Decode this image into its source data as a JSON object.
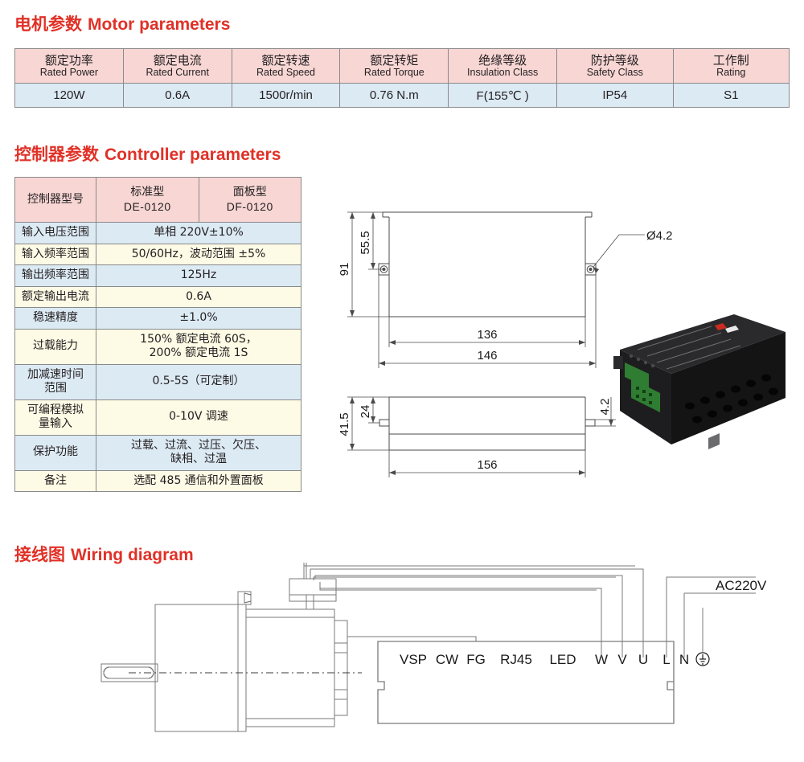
{
  "sections": {
    "motor": {
      "cn": "电机参数",
      "en": "Motor parameters"
    },
    "controller": {
      "cn": "控制器参数",
      "en": "Controller parameters"
    },
    "wiring": {
      "cn": "接线图",
      "en": "Wiring diagram"
    }
  },
  "colors": {
    "title_red": "#e03127",
    "header_pink": "#f7d6d4",
    "row_blue": "#dceaf4",
    "row_cream": "#fdfae5",
    "border_gray": "#8a8a8a"
  },
  "motor_table": {
    "headers_cn": [
      "额定功率",
      "额定电流",
      "额定转速",
      "额定转矩",
      "绝缘等级",
      "防护等级",
      "工作制"
    ],
    "headers_en": [
      "Rated Power",
      "Rated Current",
      "Rated Speed",
      "Rated Torque",
      "Insulation Class",
      "Safety Class",
      "Rating"
    ],
    "values": [
      "120W",
      "0.6A",
      "1500r/min",
      "0.76 N.m",
      "F(155℃ )",
      "IP54",
      "S1"
    ]
  },
  "controller_table": {
    "header": {
      "label": "控制器型号",
      "col1_line1": "标准型",
      "col1_line2": "DE-0120",
      "col2_line1": "面板型",
      "col2_line2": "DF-0120"
    },
    "rows": [
      {
        "label": "输入电压范围",
        "value": "单相 220V±10%",
        "tone": "blue"
      },
      {
        "label": "输入频率范围",
        "value": "50/60Hz，波动范围 ±5%",
        "tone": "cream"
      },
      {
        "label": "输出频率范围",
        "value": "125Hz",
        "tone": "blue"
      },
      {
        "label": "额定输出电流",
        "value": "0.6A",
        "tone": "cream"
      },
      {
        "label": "稳速精度",
        "value": "±1.0%",
        "tone": "blue"
      },
      {
        "label": "过载能力",
        "value": "150% 额定电流 60S，\n200% 额定电流 1S",
        "tone": "cream"
      },
      {
        "label": "加减速时间\n范围",
        "value": "0.5-5S（可定制）",
        "tone": "blue"
      },
      {
        "label": "可编程模拟\n量输入",
        "value": "0-10V 调速",
        "tone": "cream"
      },
      {
        "label": "保护功能",
        "value": "过载、过流、过压、欠压、\n缺相、过温",
        "tone": "blue"
      },
      {
        "label": "备注",
        "value": "选配 485 通信和外置面板",
        "tone": "cream"
      }
    ]
  },
  "drawing": {
    "top_view": {
      "dim_height_overall": "91",
      "dim_height_mount": "55.5",
      "dim_width_mount": "136",
      "dim_width_overall": "146",
      "dim_hole": "Ø4.2"
    },
    "side_view": {
      "dim_height_overall": "41.5",
      "dim_height_mount": "24",
      "dim_width": "156",
      "dim_tab": "4.2"
    }
  },
  "wiring_diagram": {
    "terminals": [
      "VSP",
      "CW",
      "FG",
      "RJ45",
      "LED",
      "W",
      "V",
      "U",
      "L",
      "N"
    ],
    "ground_symbol": "earth-ground-icon",
    "supply_label": "AC220V"
  }
}
